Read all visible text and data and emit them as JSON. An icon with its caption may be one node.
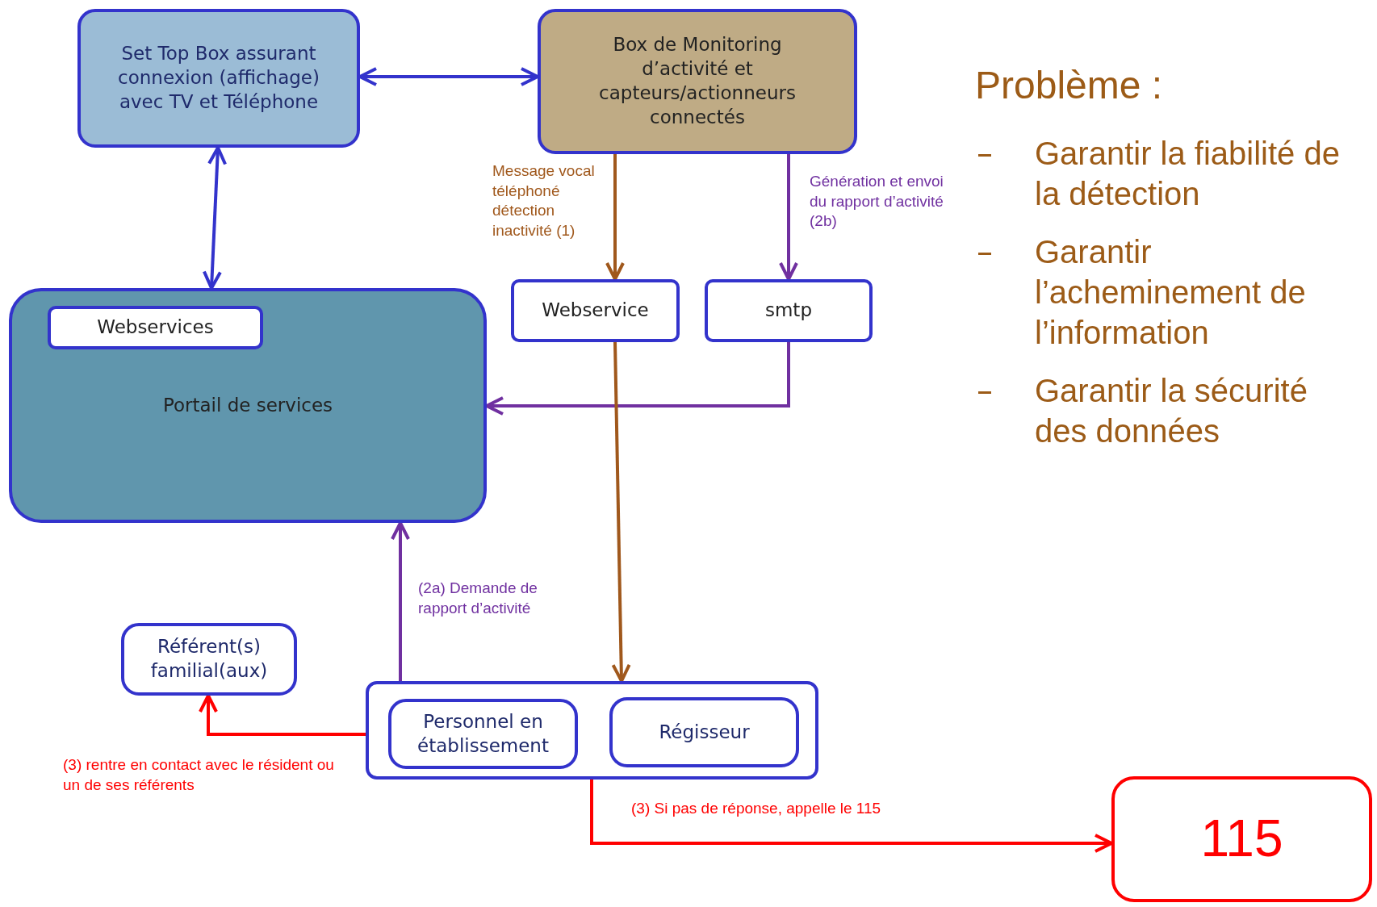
{
  "diagram": {
    "nodes": [
      {
        "text": [
          "Set Top Box assurant connexion (affichage) avec TV et Téléphone"
        ]
      },
      {
        "text": [
          "Box de Monitoring d’activité et capteurs/actionneurs connectés"
        ]
      },
      {
        "text": [
          "Portail de services"
        ]
      },
      {
        "text": [
          "Webservices"
        ],
        "in": 2
      },
      {
        "text": [
          "Webservice"
        ]
      },
      {
        "text": [
          "smtp"
        ]
      },
      {
        "text": [
          "Référent(s) familial(aux)"
        ]
      },
      {
        "text": [],
        "shape": "box"
      },
      {
        "text": [
          "Personnel en établissement"
        ],
        "in": 7
      },
      {
        "text": [
          "Régisseur"
        ],
        "in": 7
      },
      {
        "text": [
          "115"
        ]
      }
    ],
    "edges": [
      {
        "from": 0,
        "to": 1,
        "arrow": "both",
        "color": "#3333cc"
      },
      {
        "from": 0,
        "to": 2,
        "arrow": "both",
        "color": "#3333cc"
      },
      {
        "from": 1,
        "to": 4,
        "arrow": "to",
        "label": "Message vocal téléphoné détection inactivité (1)",
        "color": "#a0581c"
      },
      {
        "from": 1,
        "to": 5,
        "arrow": "to",
        "label": "Génération et envoi du rapport d’activité (2b)",
        "color": "#7030a0"
      },
      {
        "from": 5,
        "to": 2,
        "arrow": "to",
        "color": "#7030a0"
      },
      {
        "from": 4,
        "to": 7,
        "arrow": "to",
        "color": "#a0581c"
      },
      {
        "from": 7,
        "to": 2,
        "arrow": "to",
        "label": "(2a) Demande de rapport d’activité",
        "color": "#7030a0"
      },
      {
        "from": 8,
        "to": 6,
        "arrow": "to",
        "label": "(3) rentre en contact avec le résident ou un de ses référents",
        "color": "#ff0000"
      },
      {
        "from": 7,
        "to": 10,
        "arrow": "to",
        "label": "(3) Si pas de réponse, appelle le 115",
        "color": "#ff0000"
      }
    ],
    "labels": [
      "Problème :",
      "Garantir la fiabilité de la détection",
      "Garantir l’acheminement de l’information",
      "Garantir la sécurité des données"
    ]
  }
}
